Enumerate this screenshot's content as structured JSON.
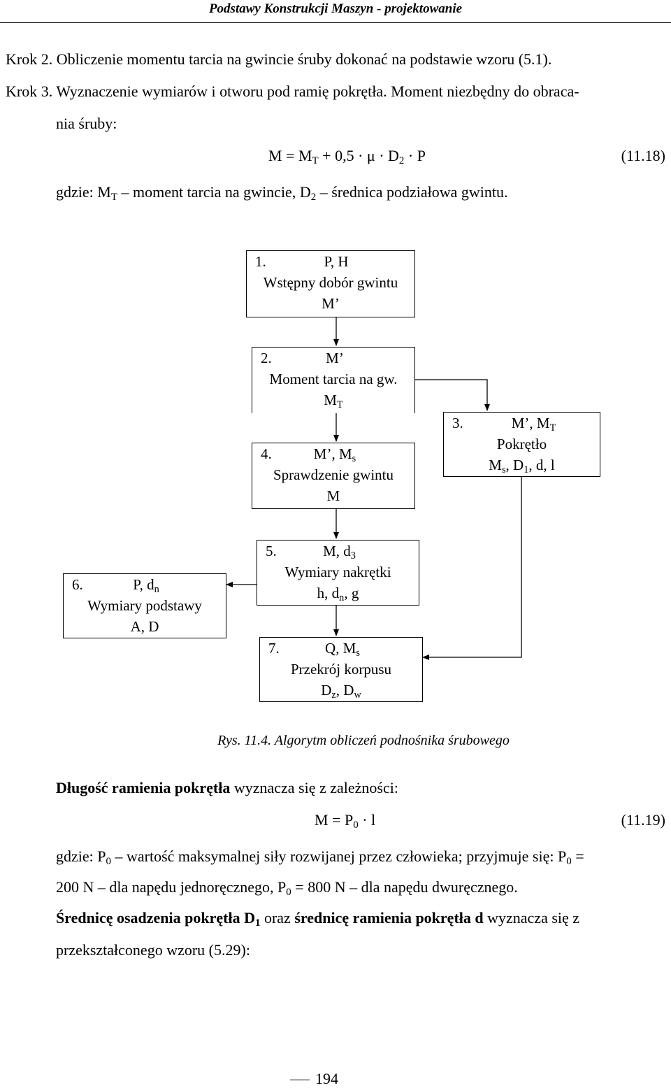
{
  "header": "Podstawy Konstrukcji Maszyn - projektowanie",
  "text": {
    "krok2": "Krok 2. Obliczenie momentu tarcia na gwincie śruby dokonać na podstawie wzoru (5.1).",
    "krok3a": "Krok 3. Wyznaczenie wymiarów i otworu pod ramię pokrętła. Moment niezbędny do obraca-",
    "krok3b": "nia śruby:",
    "eq1_num": "(11.18)",
    "where1_lead": "gdzie: M",
    "where1_sub": "T",
    "where1_mid": " moment tarcia na gwincie, D",
    "where1_sub2": "2",
    "where1_end": " średnica podziałowa gwintu.",
    "caption": "Rys. 11.4. Algorytm obliczeń podnośnika śrubowego",
    "dl_bold": "Długość ramienia pokrętła",
    "dl_rest": " wyznacza się z zależności:",
    "eq2_num": "(11.19)",
    "where2a_lead": "gdzie: P",
    "where2a_rest": " wartość maksymalnej siły rozwijanej przez człowieka; przyjmuje się: P",
    "where2a_end": " =",
    "where2b_start": "200 N",
    "where2b_mid": " dla napędu jednoręcznego, P",
    "where2b_mid2": " = 800 N",
    "where2b_end": " dla napędu dwuręcznego.",
    "sr_bold1": "Średnicę osadzenia pokrętła D",
    "sr_sub": "1",
    "sr_mid": " oraz ",
    "sr_bold2": "średnicę ramienia pokrętła d",
    "sr_end": " wyznacza się z",
    "sr_line2": "przekształconego wzoru (5.29):",
    "sub0": "0",
    "dash": "–",
    "page": "194"
  },
  "flow": {
    "b1": {
      "num": "1.",
      "in": "P, H",
      "title": "Wstępny dobór gwintu",
      "out": "M’"
    },
    "b2": {
      "num": "2.",
      "in": "M’",
      "title": "Moment tarcia na gw.",
      "out": "M",
      "out_sub": "T"
    },
    "b3": {
      "num": "3.",
      "in": "M’, M",
      "in_sub": "T",
      "title": "Pokrętło",
      "out": "M",
      "out_sub": "s",
      "out_rest": ", D",
      "out_sub2": "1",
      "out_end": ", d, l"
    },
    "b4": {
      "num": "4.",
      "in": "M’, M",
      "in_sub": "s",
      "title": "Sprawdzenie gwintu",
      "out": "M"
    },
    "b5": {
      "num": "5.",
      "in": "M, d",
      "in_sub": "3",
      "title": "Wymiary nakrętki",
      "out": "h, d",
      "out_sub": "n",
      "out_end": ", g"
    },
    "b6": {
      "num": "6.",
      "in": "P, d",
      "in_sub": "n",
      "title": "Wymiary podstawy",
      "out": "A, D"
    },
    "b7": {
      "num": "7.",
      "in": "Q, M",
      "in_sub": "s",
      "title": "Przekrój korpusu",
      "out": "D",
      "out_sub": "z",
      "out_rest": ", D",
      "out_sub2": "w"
    }
  }
}
